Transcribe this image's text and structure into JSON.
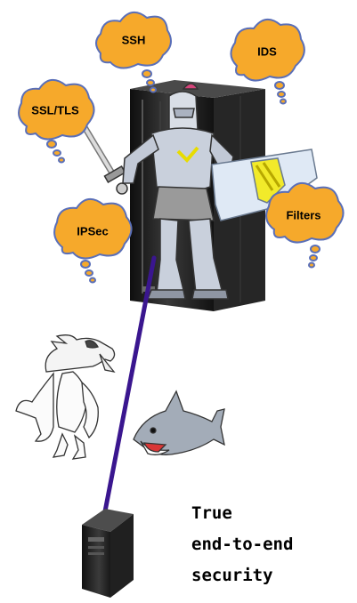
{
  "protocols": {
    "ssh": "SSH",
    "ids": "IDS",
    "ssl_tls": "SSL/TLS",
    "ipsec": "IPSec",
    "filters": "Filters"
  },
  "caption": {
    "line1": "True",
    "line2": "end-to-end",
    "line3": "security"
  },
  "colors": {
    "cloud_fill": "#f6a92b",
    "cloud_stroke": "#5a6fb8",
    "connection_line": "#3a168f",
    "mainframe": "#1d1d1d",
    "shield_yellow": "#f5e400"
  }
}
